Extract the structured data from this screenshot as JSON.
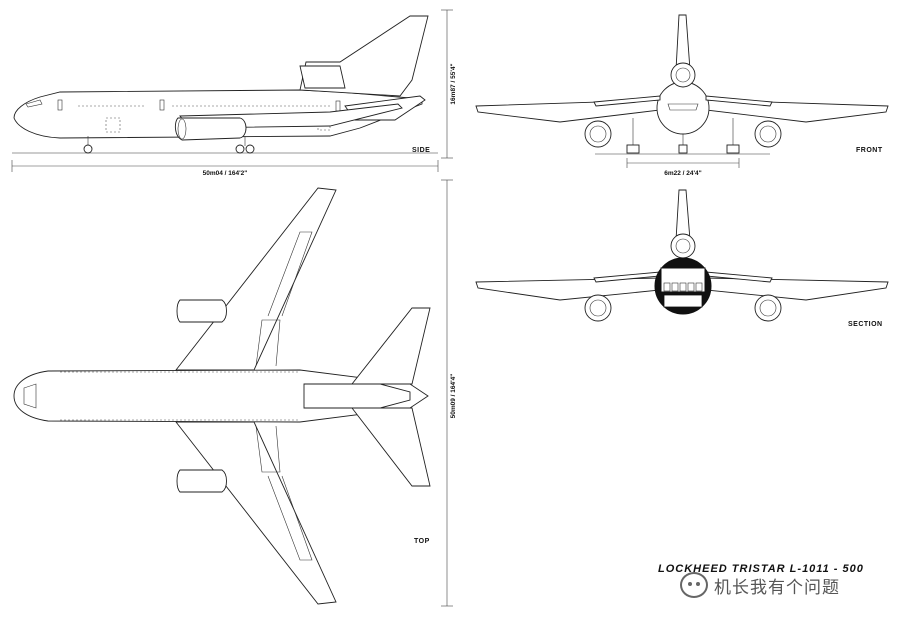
{
  "views": {
    "side": "SIDE",
    "front": "FRONT",
    "top": "TOP",
    "section": "SECTION"
  },
  "dimensions": {
    "length_side": "50m04 / 164'2\"",
    "height": "16m87 / 55'4\"",
    "track": "6m22 / 24'4\"",
    "length_top": "50m09 / 164'4\""
  },
  "title": "LOCKHEED TRISTAR L-1011 - 500",
  "watermark": {
    "text": "机长我有个问题",
    "icon": "wechat-icon"
  }
}
